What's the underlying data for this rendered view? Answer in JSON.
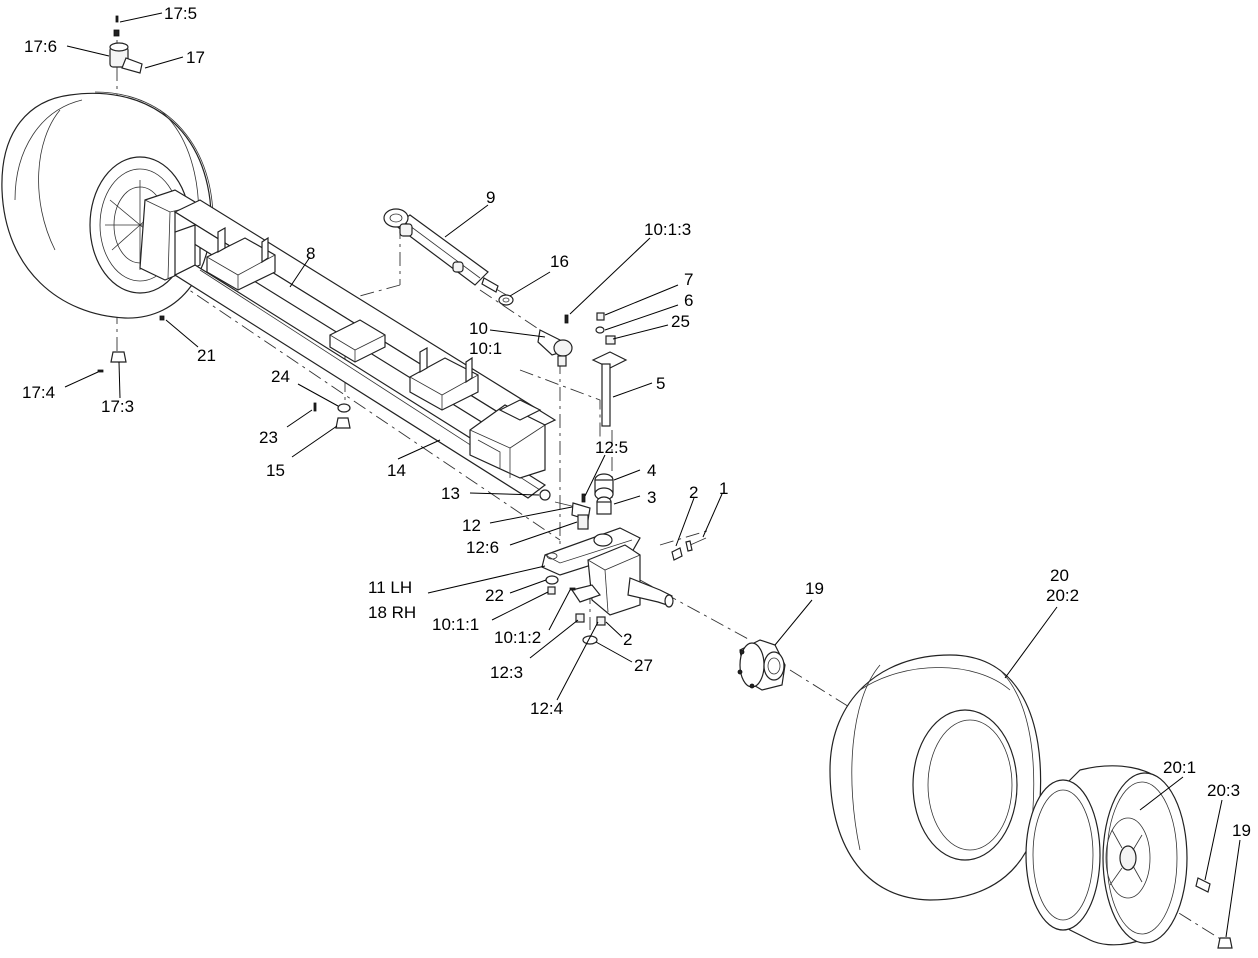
{
  "callouts": [
    "17:5",
    "17:6",
    "17",
    "9",
    "10:1:3",
    "16",
    "7",
    "6",
    "25",
    "8",
    "10",
    "10:1",
    "21",
    "17:4",
    "17:3",
    "5",
    "24",
    "23",
    "15",
    "14",
    "12:5",
    "4",
    "13",
    "3",
    "2",
    "1",
    "12",
    "12:6",
    "11 LH",
    "18 RH",
    "22",
    "10:1:1",
    "10:1:2",
    "12:3",
    "12:4",
    "2",
    "27",
    "19",
    "20",
    "20:2",
    "20:1",
    "20:3",
    "19"
  ]
}
